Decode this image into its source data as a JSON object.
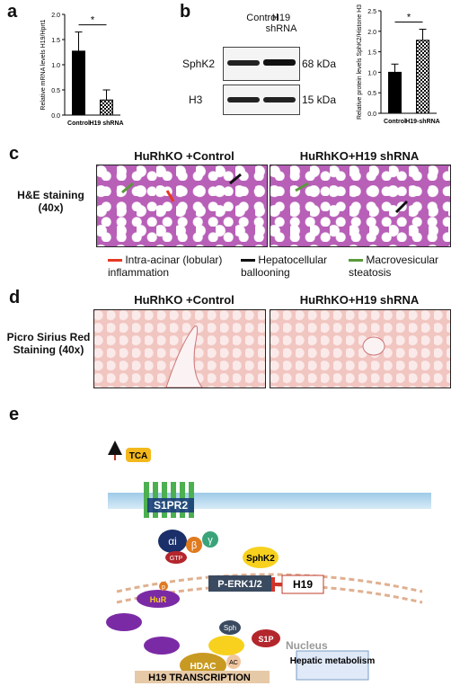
{
  "panel_labels": {
    "a": "a",
    "b": "b",
    "c": "c",
    "d": "d",
    "e": "e"
  },
  "chart_data": [
    {
      "type": "bar",
      "categories": [
        "Control",
        "H19 shRNA"
      ],
      "values": [
        1.27,
        0.3
      ],
      "errors": [
        0.38,
        0.2
      ],
      "ylabel": "Relative mRNA levels H19/Hprt1",
      "ylim": [
        0,
        2.0
      ],
      "yticks": [
        "0.0",
        "0.5",
        "1.0",
        "1.5",
        "2.0"
      ],
      "significance": "*"
    },
    {
      "type": "bar",
      "categories": [
        "Control",
        "H19-shRNA"
      ],
      "values": [
        1.0,
        1.78
      ],
      "errors": [
        0.2,
        0.27
      ],
      "ylabel": "Relative protein levels SphK2/Histone H3",
      "ylim": [
        0,
        2.5
      ],
      "yticks": [
        "0.0",
        "0.5",
        "1.0",
        "1.5",
        "2.0",
        "2.5"
      ],
      "significance": "*"
    }
  ],
  "blot": {
    "col_control": "Control",
    "col_shrna": "H19 shRNA",
    "row1": "SphK2",
    "row1_kda": "68 kDa",
    "row2": "H3",
    "row2_kda": "15 kDa"
  },
  "panel_c": {
    "title_left": "HuRhKO +Control",
    "title_right": "HuRhKO+H19 shRNA",
    "row_label": "H&E staining (40x)",
    "legend": [
      {
        "color": "#e53a22",
        "text": "Intra-acinar (lobular) inflammation"
      },
      {
        "color": "#111111",
        "text": "Hepatocellular ballooning"
      },
      {
        "color": "#5a9a3a",
        "text": "Macrovesicular steatosis"
      }
    ]
  },
  "panel_d": {
    "title_left": "HuRhKO +Control",
    "title_right": "HuRhKO+H19 shRNA",
    "row_label": "Picro Sirius Red Staining (40x)"
  },
  "diagram": {
    "tca": "TCA",
    "s1pr2": "S1PR2",
    "alpha": "αi",
    "beta": "β",
    "gamma": "γ",
    "gtp": "GTP",
    "sphk2": "SphK2",
    "perk": "P-ERK1/2",
    "h19": "H19",
    "hur": "HuR",
    "p": "p",
    "sph": "Sph",
    "s1p": "S1P",
    "nucleus": "Nucleus",
    "hdac": "HDAC",
    "ac": "AC",
    "transcription": "H19 TRANSCRIPTION",
    "hepatic": "Hepatic metabolism"
  }
}
